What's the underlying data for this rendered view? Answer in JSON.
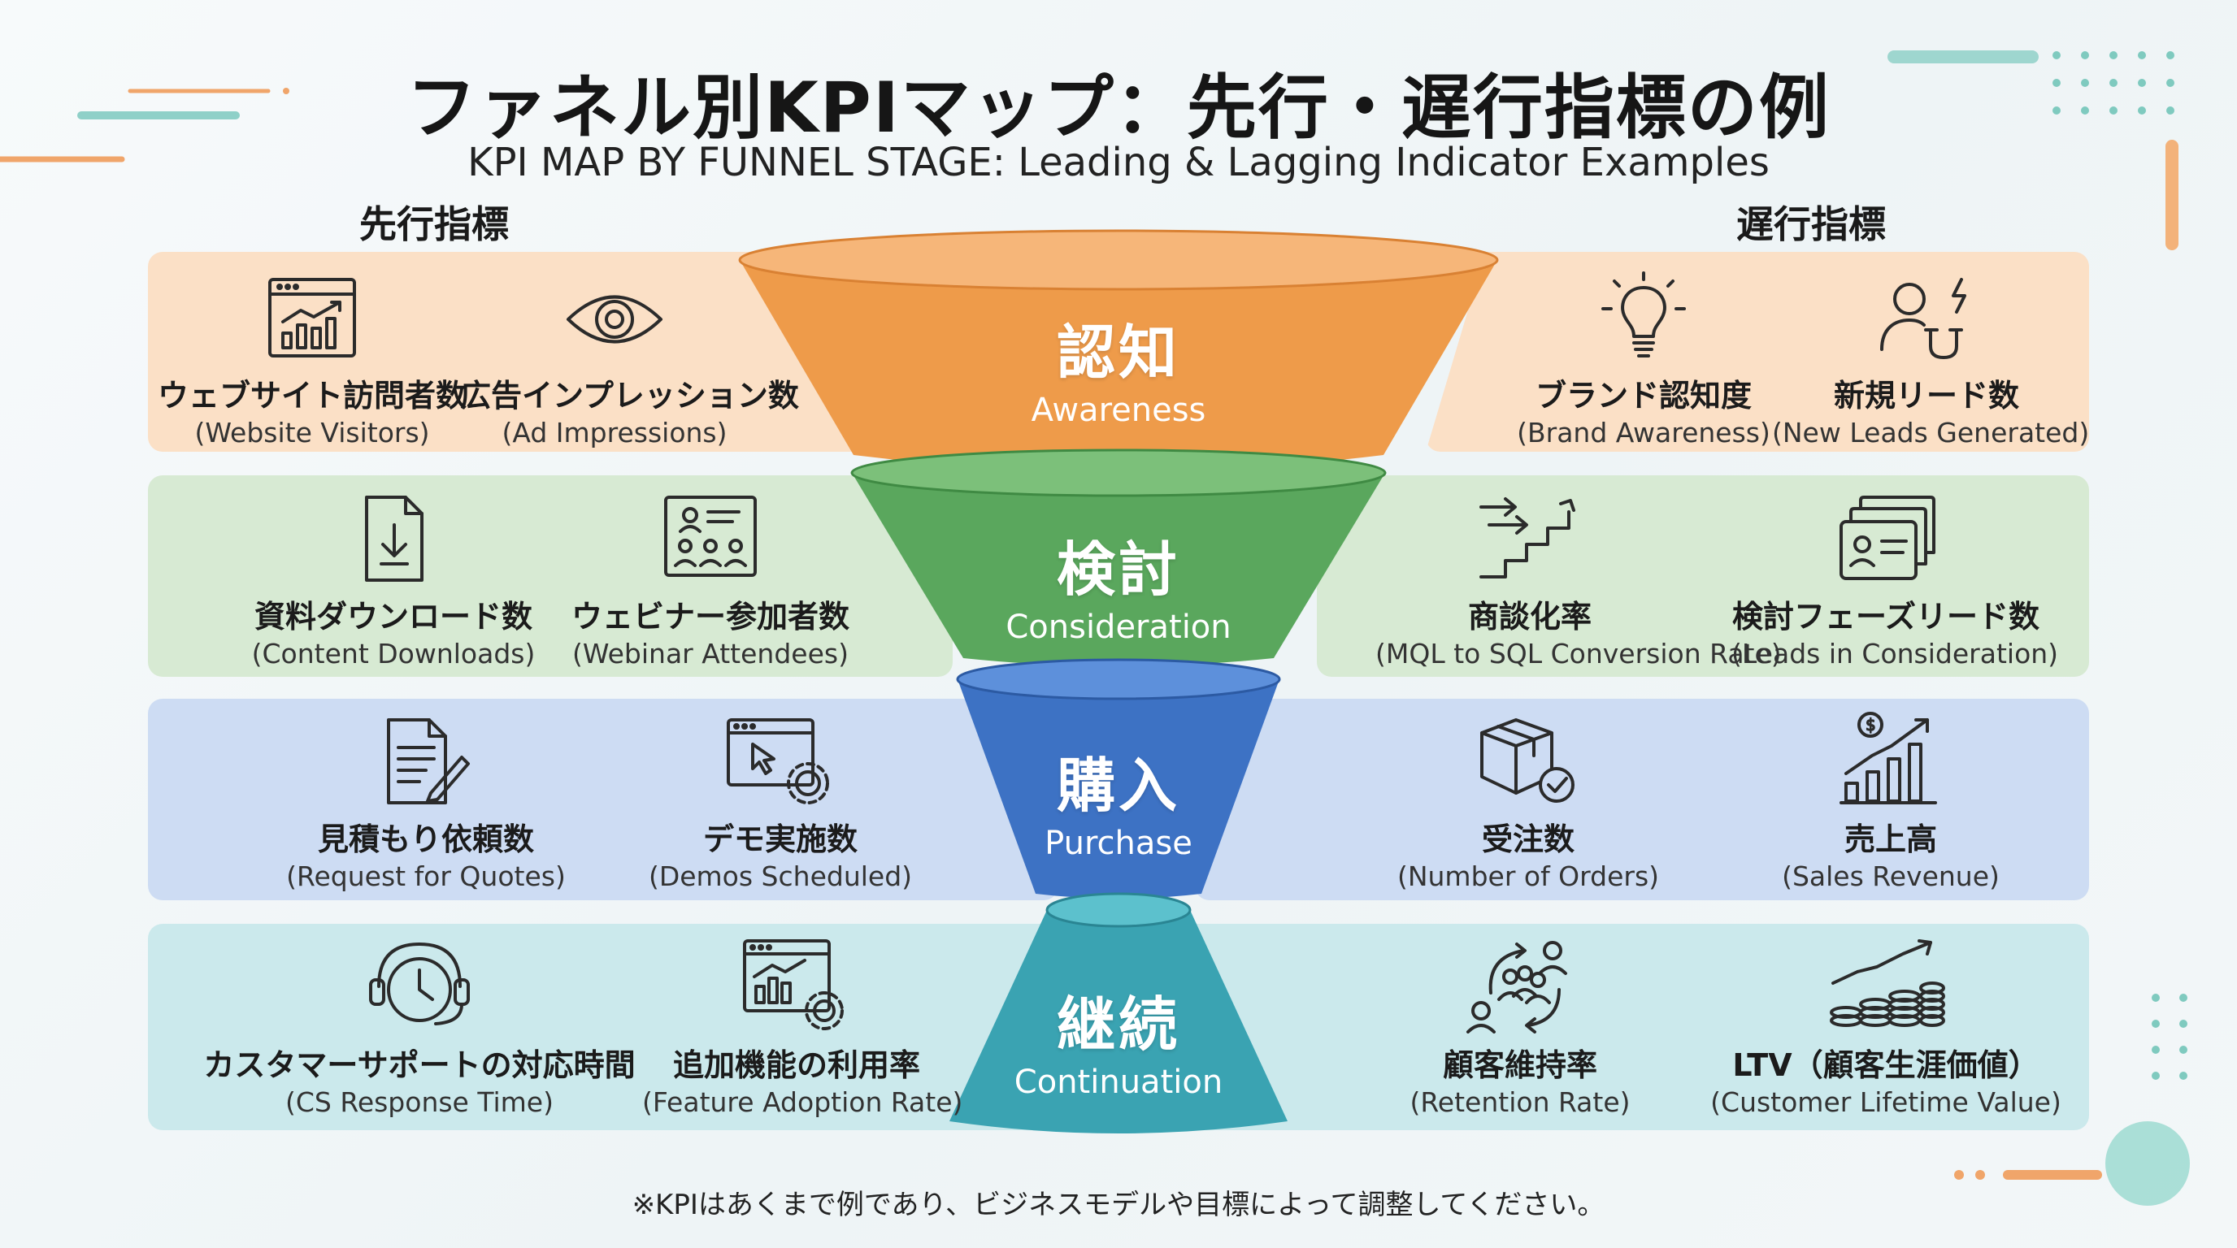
{
  "title": "ファネル別KPIマップ：先行・遅行指標の例",
  "subtitle": "KPI MAP BY FUNNEL STAGE: Leading & Lagging Indicator Examples",
  "leading_header": "先行指標",
  "lagging_header": "遅行指標",
  "colors": {
    "awareness": "#ee9b4a",
    "consideration": "#5aa75d",
    "purchase": "#3d72c4",
    "continuation": "#3aa3b2",
    "band_awareness": "#fbe0c6",
    "band_consideration": "#d7ead3",
    "band_purchase": "#cddcf3",
    "band_continuation": "#cbe9ec"
  },
  "stages": [
    {
      "jp": "認知",
      "en": "Awareness",
      "leading": [
        {
          "jp": "ウェブサイト訪問者数",
          "en": "(Website Visitors)",
          "icon": "web-analytics-icon"
        },
        {
          "jp": "広告インプレッション数",
          "en": "(Ad Impressions)",
          "icon": "eye-icon"
        }
      ],
      "lagging": [
        {
          "jp": "ブランド認知度",
          "en": "(Brand Awareness)",
          "icon": "lightbulb-icon"
        },
        {
          "jp": "新規リード数",
          "en": "(New Leads Generated)",
          "icon": "user-magnet-icon"
        }
      ]
    },
    {
      "jp": "検討",
      "en": "Consideration",
      "leading": [
        {
          "jp": "資料ダウンロード数",
          "en": "(Content Downloads)",
          "icon": "download-document-icon"
        },
        {
          "jp": "ウェビナー参加者数",
          "en": "(Webinar Attendees)",
          "icon": "webinar-icon"
        }
      ],
      "lagging": [
        {
          "jp": "商談化率",
          "en": "(MQL to SQL Conversion Rate)",
          "icon": "stairs-arrow-icon"
        },
        {
          "jp": "検討フェーズリード数",
          "en": "(Leads in Consideration)",
          "icon": "contact-cards-icon"
        }
      ]
    },
    {
      "jp": "購入",
      "en": "Purchase",
      "leading": [
        {
          "jp": "見積もり依頼数",
          "en": "(Request for Quotes)",
          "icon": "quote-document-icon"
        },
        {
          "jp": "デモ実施数",
          "en": "(Demos Scheduled)",
          "icon": "demo-screen-icon"
        }
      ],
      "lagging": [
        {
          "jp": "受注数",
          "en": "(Number of Orders)",
          "icon": "package-check-icon"
        },
        {
          "jp": "売上高",
          "en": "(Sales Revenue)",
          "icon": "revenue-chart-icon"
        }
      ]
    },
    {
      "jp": "継続",
      "en": "Continuation",
      "leading": [
        {
          "jp": "カスタマーサポートの対応時間",
          "en": "(CS Response Time)",
          "icon": "clock-headset-icon"
        },
        {
          "jp": "追加機能の利用率",
          "en": "(Feature Adoption Rate)",
          "icon": "feature-chart-gear-icon"
        }
      ],
      "lagging": [
        {
          "jp": "顧客維持率",
          "en": "(Retention Rate)",
          "icon": "retention-cycle-icon"
        },
        {
          "jp": "LTV（顧客生涯価値）",
          "en": "(Customer Lifetime Value)",
          "icon": "coin-growth-icon"
        }
      ]
    }
  ],
  "footnote": "※KPIはあくまで例であり、ビジネスモデルや目標によって調整してください。"
}
